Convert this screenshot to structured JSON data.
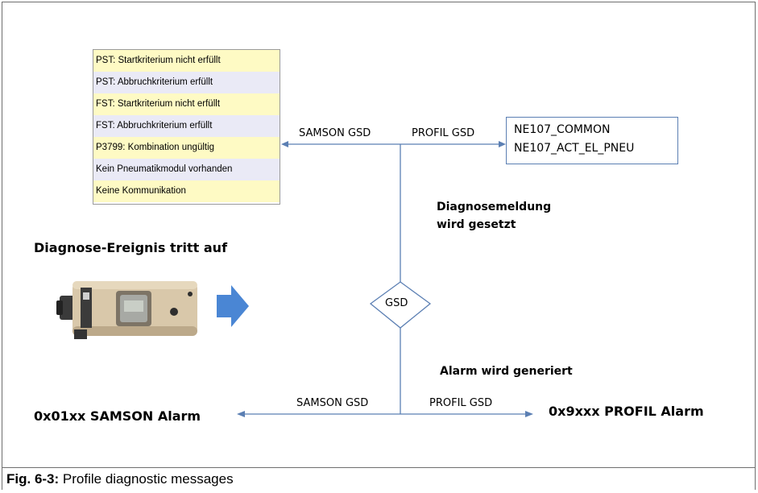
{
  "status_list": {
    "items": [
      "PST: Startkriterium nicht erfüllt",
      "PST: Abbruchkriterium erfüllt",
      "FST: Startkriterium nicht erfüllt",
      "FST: Abbruchkriterium erfüllt",
      "P3799: Kombination ungültig",
      "Kein Pneumatikmodul vorhanden",
      "Keine Kommunikation"
    ]
  },
  "upper_branch": {
    "left_label": "SAMSON GSD",
    "right_label": "PROFIL GSD"
  },
  "ne107_box": {
    "line1": "NE107_COMMON",
    "line2": "NE107_ACT_EL_PNEU"
  },
  "diagnose_set": {
    "line1": "Diagnosemeldung",
    "line2": "wird gesetzt"
  },
  "event_title": "Diagnose-Ereignis tritt auf",
  "decision": "GSD",
  "alarm_generated": "Alarm wird generiert",
  "lower_branch": {
    "left_label": "SAMSON GSD",
    "right_label": "PROFIL GSD"
  },
  "alarms": {
    "samson": "0x01xx SAMSON Alarm",
    "profil": "0x9xxx PROFIL Alarm"
  },
  "caption": {
    "label": "Fig. 6-3:",
    "text": "Profile diagnostic messages"
  },
  "colors": {
    "connector": "#5b7fb3",
    "arrow_fill": "#4a86d4",
    "row_yellow": "#fefac4",
    "row_blue": "#eaeaf6"
  }
}
